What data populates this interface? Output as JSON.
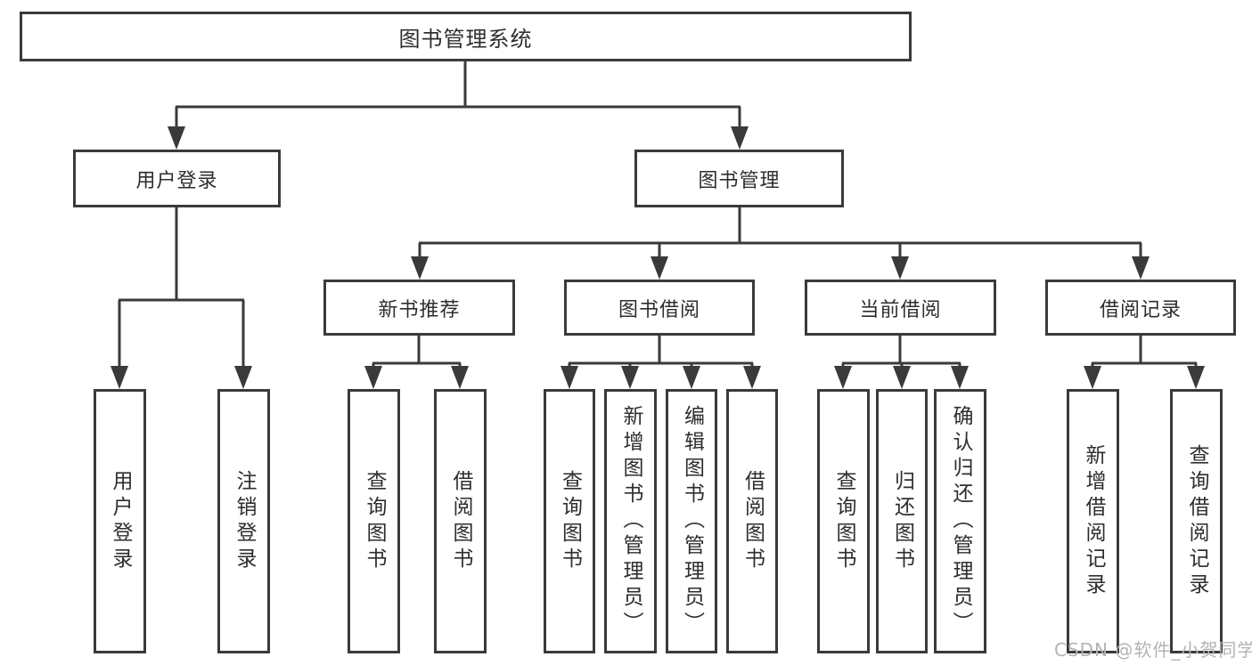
{
  "diagram": {
    "root": "图书管理系统",
    "user_login": {
      "label": "用户登录",
      "children": [
        "用户登录",
        "注销登录"
      ]
    },
    "book_management": {
      "label": "图书管理",
      "sections": [
        {
          "label": "新书推荐",
          "children": [
            "查询图书",
            "借阅图书"
          ]
        },
        {
          "label": "图书借阅",
          "children": [
            "查询图书",
            "新增图书（管理员）",
            "编辑图书（管理员）",
            "借阅图书"
          ]
        },
        {
          "label": "当前借阅",
          "children": [
            "查询图书",
            "归还图书",
            "确认归还（管理员）"
          ]
        },
        {
          "label": "借阅记录",
          "children": [
            "新增借阅记录",
            "查询借阅记录"
          ]
        }
      ]
    }
  },
  "watermark": "CSDN @软件_小贺同学",
  "colors": {
    "line": "#3a3a3a",
    "text": "#2e2e2e",
    "background": "#ffffff",
    "watermark": "#b3b3b3"
  }
}
